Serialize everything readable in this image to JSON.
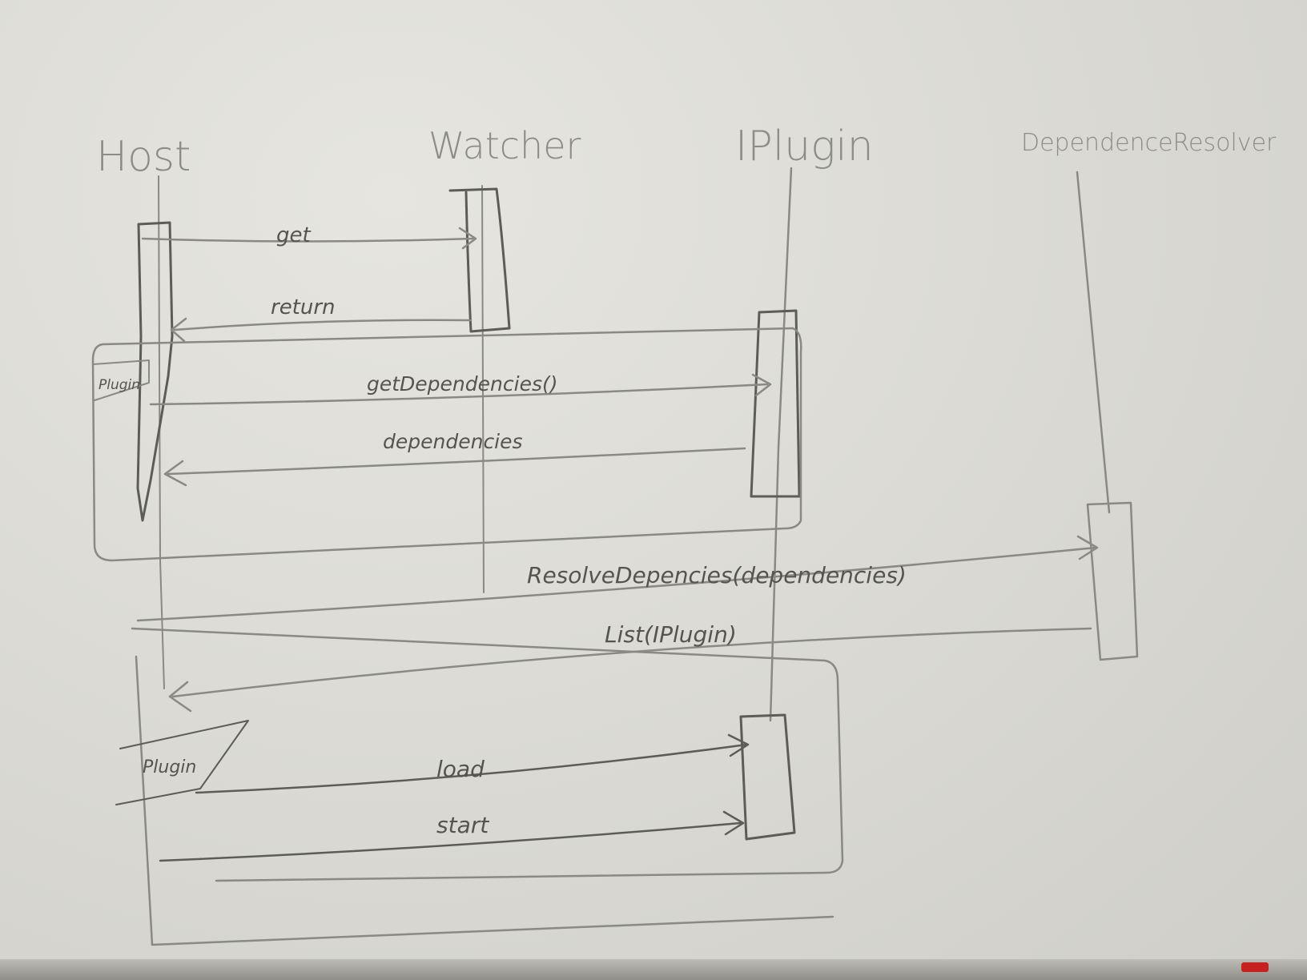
{
  "participants": {
    "host": "Host",
    "watcher": "Watcher",
    "iplugin": "IPlugin",
    "resolver": "DependenceResolver"
  },
  "messages": {
    "get": "get",
    "return": "return",
    "get_dependencies": "getDependencies()",
    "dependencies": "dependencies",
    "resolve": "ResolveDepencies(dependencies)",
    "list": "List(IPlugin)",
    "load": "load",
    "start": "start"
  },
  "frames": {
    "plugin_frame_1": "Plugin",
    "plugin_frame_2": "Plugin"
  },
  "colors": {
    "board": "#dcdbd5",
    "ink": "#8a8984",
    "ink_dark": "#5d5c58",
    "marker_cap": "#c4221f"
  }
}
